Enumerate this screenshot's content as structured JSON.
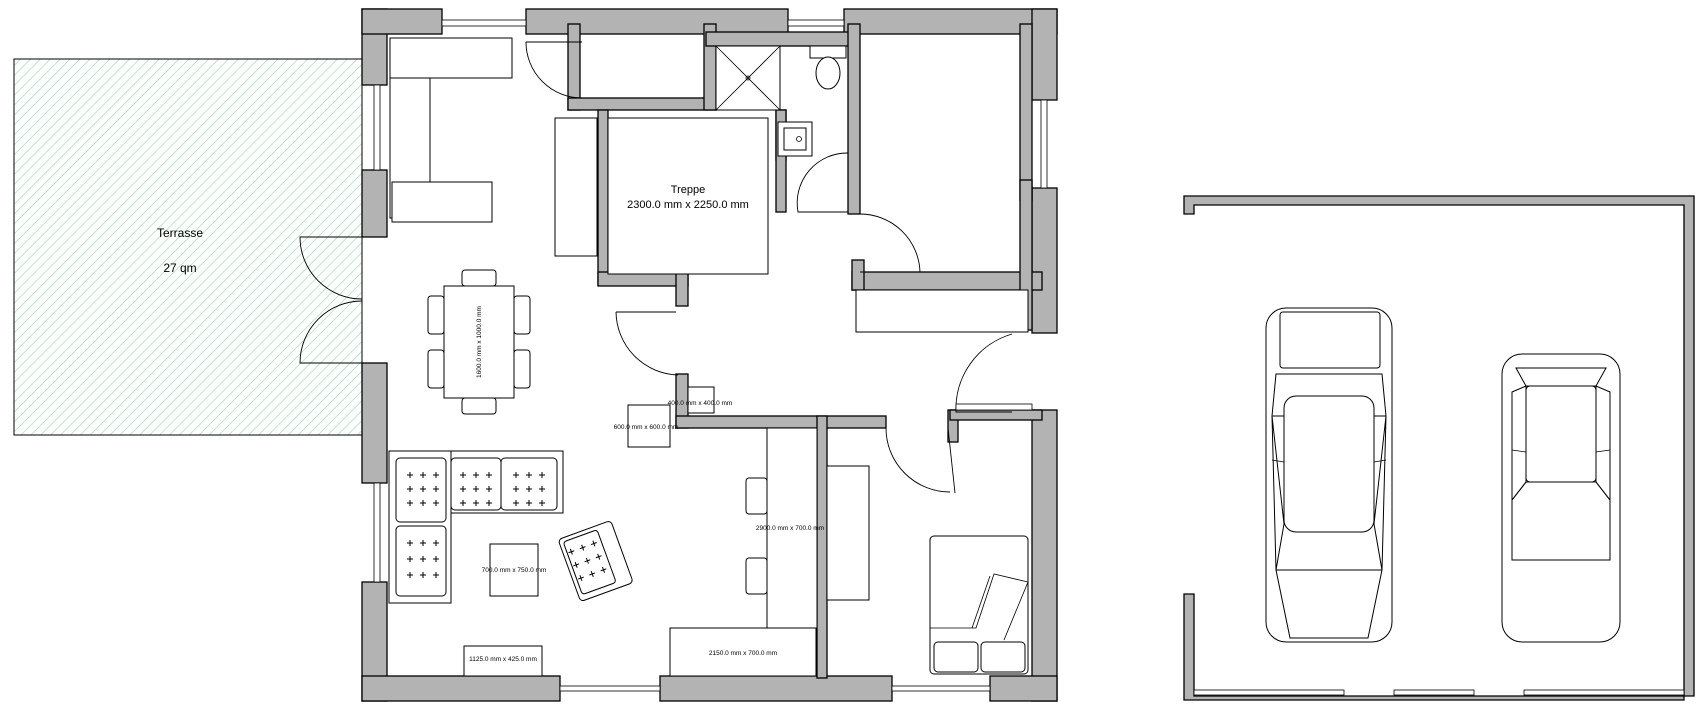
{
  "plan": {
    "terrace": {
      "name": "Terrasse",
      "area": "27 qm"
    },
    "stairs": {
      "name": "Treppe",
      "size": "2300.0 mm x 2250.0 mm"
    },
    "labels": {
      "dining_table": "1600.0 mm x 1000.0 mm",
      "small_table_a": "400.0 mm x 400.0 mm",
      "small_table_b": "600.0 mm x 600.0 mm",
      "coffee_table": "700.0 mm x 750.0 mm",
      "sideboard": "1125.0 mm x 425.0 mm",
      "desk": "2900.0 mm x 700.0 mm",
      "counter": "2150.0 mm x 700.0 mm"
    }
  }
}
